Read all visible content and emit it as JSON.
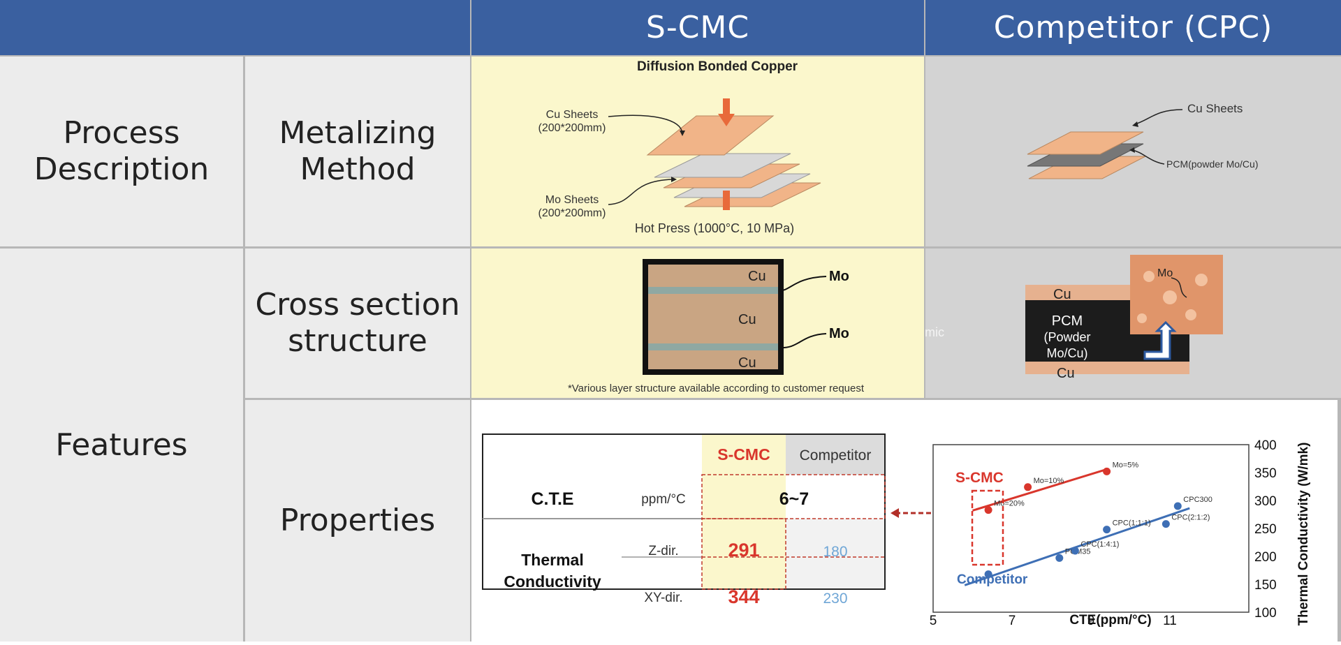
{
  "header": {
    "col1": "S-CMC",
    "col2": "Competitor (CPC)"
  },
  "rows": {
    "process_description": "Process\nDescription",
    "features": "Features",
    "metalizing_method": "Metalizing\nMethod",
    "cross_section": "Cross section\nstructure",
    "properties": "Properties"
  },
  "scmc_method": {
    "title": "Diffusion Bonded Copper",
    "cu_sheets": "Cu Sheets",
    "cu_size": "(200*200mm)",
    "mo_sheets": "Mo Sheets",
    "mo_size": "(200*200mm)",
    "hot_press": "Hot Press (1000°C, 10 MPa)"
  },
  "cpc_method": {
    "cu_sheets": "Cu Sheets",
    "pcm": "PCM(powder Mo/Cu)"
  },
  "scmc_cross": {
    "cu_top": "Cu",
    "cu_mid": "Cu",
    "cu_bot": "Cu",
    "mo1": "Mo",
    "mo2": "Mo",
    "note": "*Various layer structure available according to customer request",
    "ghost_cu": "Cu",
    "ghost_ceramic": "Ceramic"
  },
  "cpc_cross": {
    "cu_top": "Cu",
    "cu_bot": "Cu",
    "pcm_line1": "PCM",
    "pcm_line2": "(Powder",
    "pcm_line3": "Mo/Cu)",
    "mo": "Mo"
  },
  "props_table": {
    "col_scmc": "S-CMC",
    "col_comp": "Competitor",
    "cte_label": "C.T.E",
    "cte_unit": "ppm/°C",
    "cte_value": "6~7",
    "tc_label1": "Thermal",
    "tc_label2": "Conductivity",
    "z_dir": "Z-dir.",
    "xy_dir": "XY-dir.",
    "z_scmc": "291",
    "z_comp": "180",
    "xy_scmc": "344",
    "xy_comp": "230"
  },
  "chart_data": {
    "type": "scatter",
    "xlabel": "CTE(ppm/°C)",
    "ylabel": "Thermal Conductivity (W/mk)",
    "xlim": [
      5,
      13
    ],
    "ylim": [
      100,
      400
    ],
    "xticks": [
      5,
      7,
      9,
      11
    ],
    "yticks": [
      100,
      150,
      200,
      250,
      300,
      350,
      400
    ],
    "series": [
      {
        "name": "S-CMC",
        "color": "#d9362c",
        "points": [
          {
            "x": 6.4,
            "y": 283,
            "label": "Mo=20%"
          },
          {
            "x": 7.4,
            "y": 324,
            "label": "Mo=10%"
          },
          {
            "x": 9.4,
            "y": 352,
            "label": "Mo=5%"
          }
        ]
      },
      {
        "name": "Competitor",
        "color": "#3e6fb5",
        "points": [
          {
            "x": 6.4,
            "y": 168,
            "label": ""
          },
          {
            "x": 8.2,
            "y": 197,
            "label": "PCM35"
          },
          {
            "x": 8.6,
            "y": 210,
            "label": "CPC(1:4:1)"
          },
          {
            "x": 9.4,
            "y": 248,
            "label": "CPC(1:1:1)"
          },
          {
            "x": 10.9,
            "y": 258,
            "label": "CPC(2:1:2)"
          },
          {
            "x": 11.2,
            "y": 290,
            "label": "CPC300"
          }
        ]
      }
    ],
    "grid": false
  }
}
